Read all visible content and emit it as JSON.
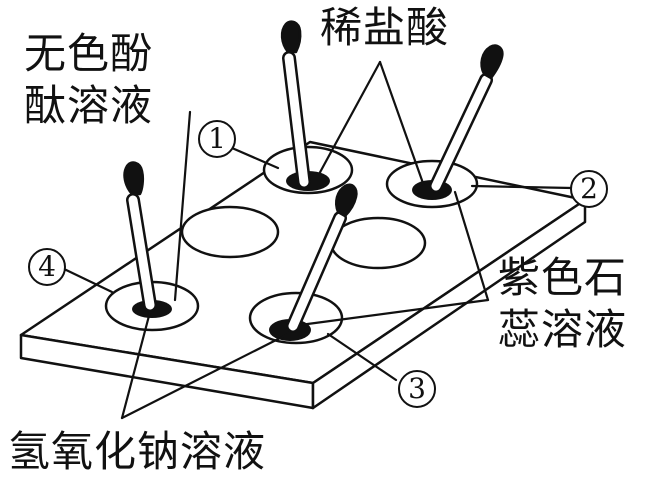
{
  "labels": {
    "phenolphthalein_line1": "无色酚",
    "phenolphthalein_line2": "酞溶液",
    "hydrochloric_acid": "稀盐酸",
    "litmus_line1": "紫色石",
    "litmus_line2": "蕊溶液",
    "sodium_hydroxide": "氢氧化钠溶液"
  },
  "well_numbers": {
    "w1": "1",
    "w2": "2",
    "w3": "3",
    "w4": "4"
  },
  "colors": {
    "ink": "#111111",
    "background": "#ffffff"
  }
}
